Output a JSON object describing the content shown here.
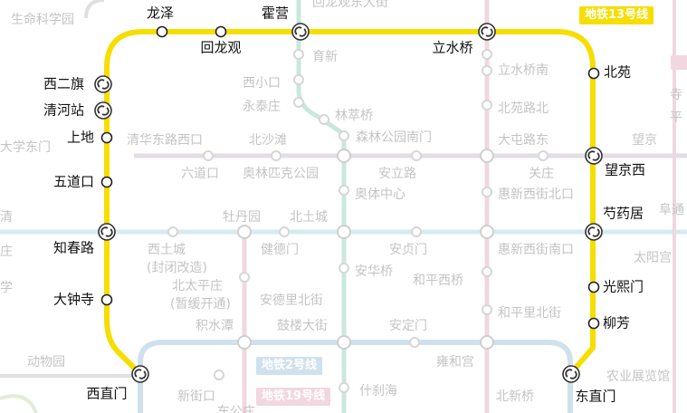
{
  "line13": {
    "badge": "地铁13号线",
    "color": "#f5de00",
    "stations": [
      {
        "name": "西直门",
        "interchange": true
      },
      {
        "name": "大钟寺",
        "interchange": false
      },
      {
        "name": "知春路",
        "interchange": true
      },
      {
        "name": "五道口",
        "interchange": false
      },
      {
        "name": "上地",
        "interchange": false
      },
      {
        "name": "清河站",
        "interchange": true
      },
      {
        "name": "西二旗",
        "interchange": true
      },
      {
        "name": "龙泽",
        "interchange": false
      },
      {
        "name": "回龙观",
        "interchange": false
      },
      {
        "name": "霍营",
        "interchange": true
      },
      {
        "name": "立水桥",
        "interchange": true
      },
      {
        "name": "北苑",
        "interchange": false
      },
      {
        "name": "望京西",
        "interchange": true
      },
      {
        "name": "芍药居",
        "interchange": true
      },
      {
        "name": "光熙门",
        "interchange": false
      },
      {
        "name": "柳芳",
        "interchange": false
      },
      {
        "name": "东直门",
        "interchange": true
      }
    ]
  },
  "other_lines": {
    "line2_badge": "地铁2号线",
    "line19_badge": "地铁19号线",
    "colors": {
      "line2": "#cfe1ec",
      "line10": "#d5ebf3",
      "line15": "#e2dde6",
      "line8": "#c9e8dc",
      "line5": "#f1d7df",
      "line4": "#e0e0e0"
    }
  },
  "background_stations": [
    "生命科学园",
    "回龙观东大街",
    "育新",
    "西小口",
    "永泰庄",
    "林萃桥",
    "森林公园南门",
    "清华东路西口",
    "北沙滩",
    "六道口",
    "奥林匹克公园",
    "安立路",
    "奥体中心",
    "立水桥南",
    "北苑路北",
    "大屯路东",
    "关庄",
    "惠新西街北口",
    "望京",
    "阜通",
    "大学东门",
    "牡丹园",
    "北土城",
    "健德门",
    "安贞门",
    "惠新西街南口",
    "太阳宫",
    "西土城",
    "(封闭改造)",
    "北太平庄",
    "(暂缓开通)",
    "安华桥",
    "和平西桥",
    "安德里北街",
    "和平里北街",
    "积水潭",
    "鼓楼大街",
    "安定门",
    "雍和宫",
    "动物园",
    "新街口",
    "什刹海",
    "北新桥",
    "农业展览馆",
    "车公庄",
    "学",
    "清",
    "庄",
    "寺",
    "平"
  ]
}
